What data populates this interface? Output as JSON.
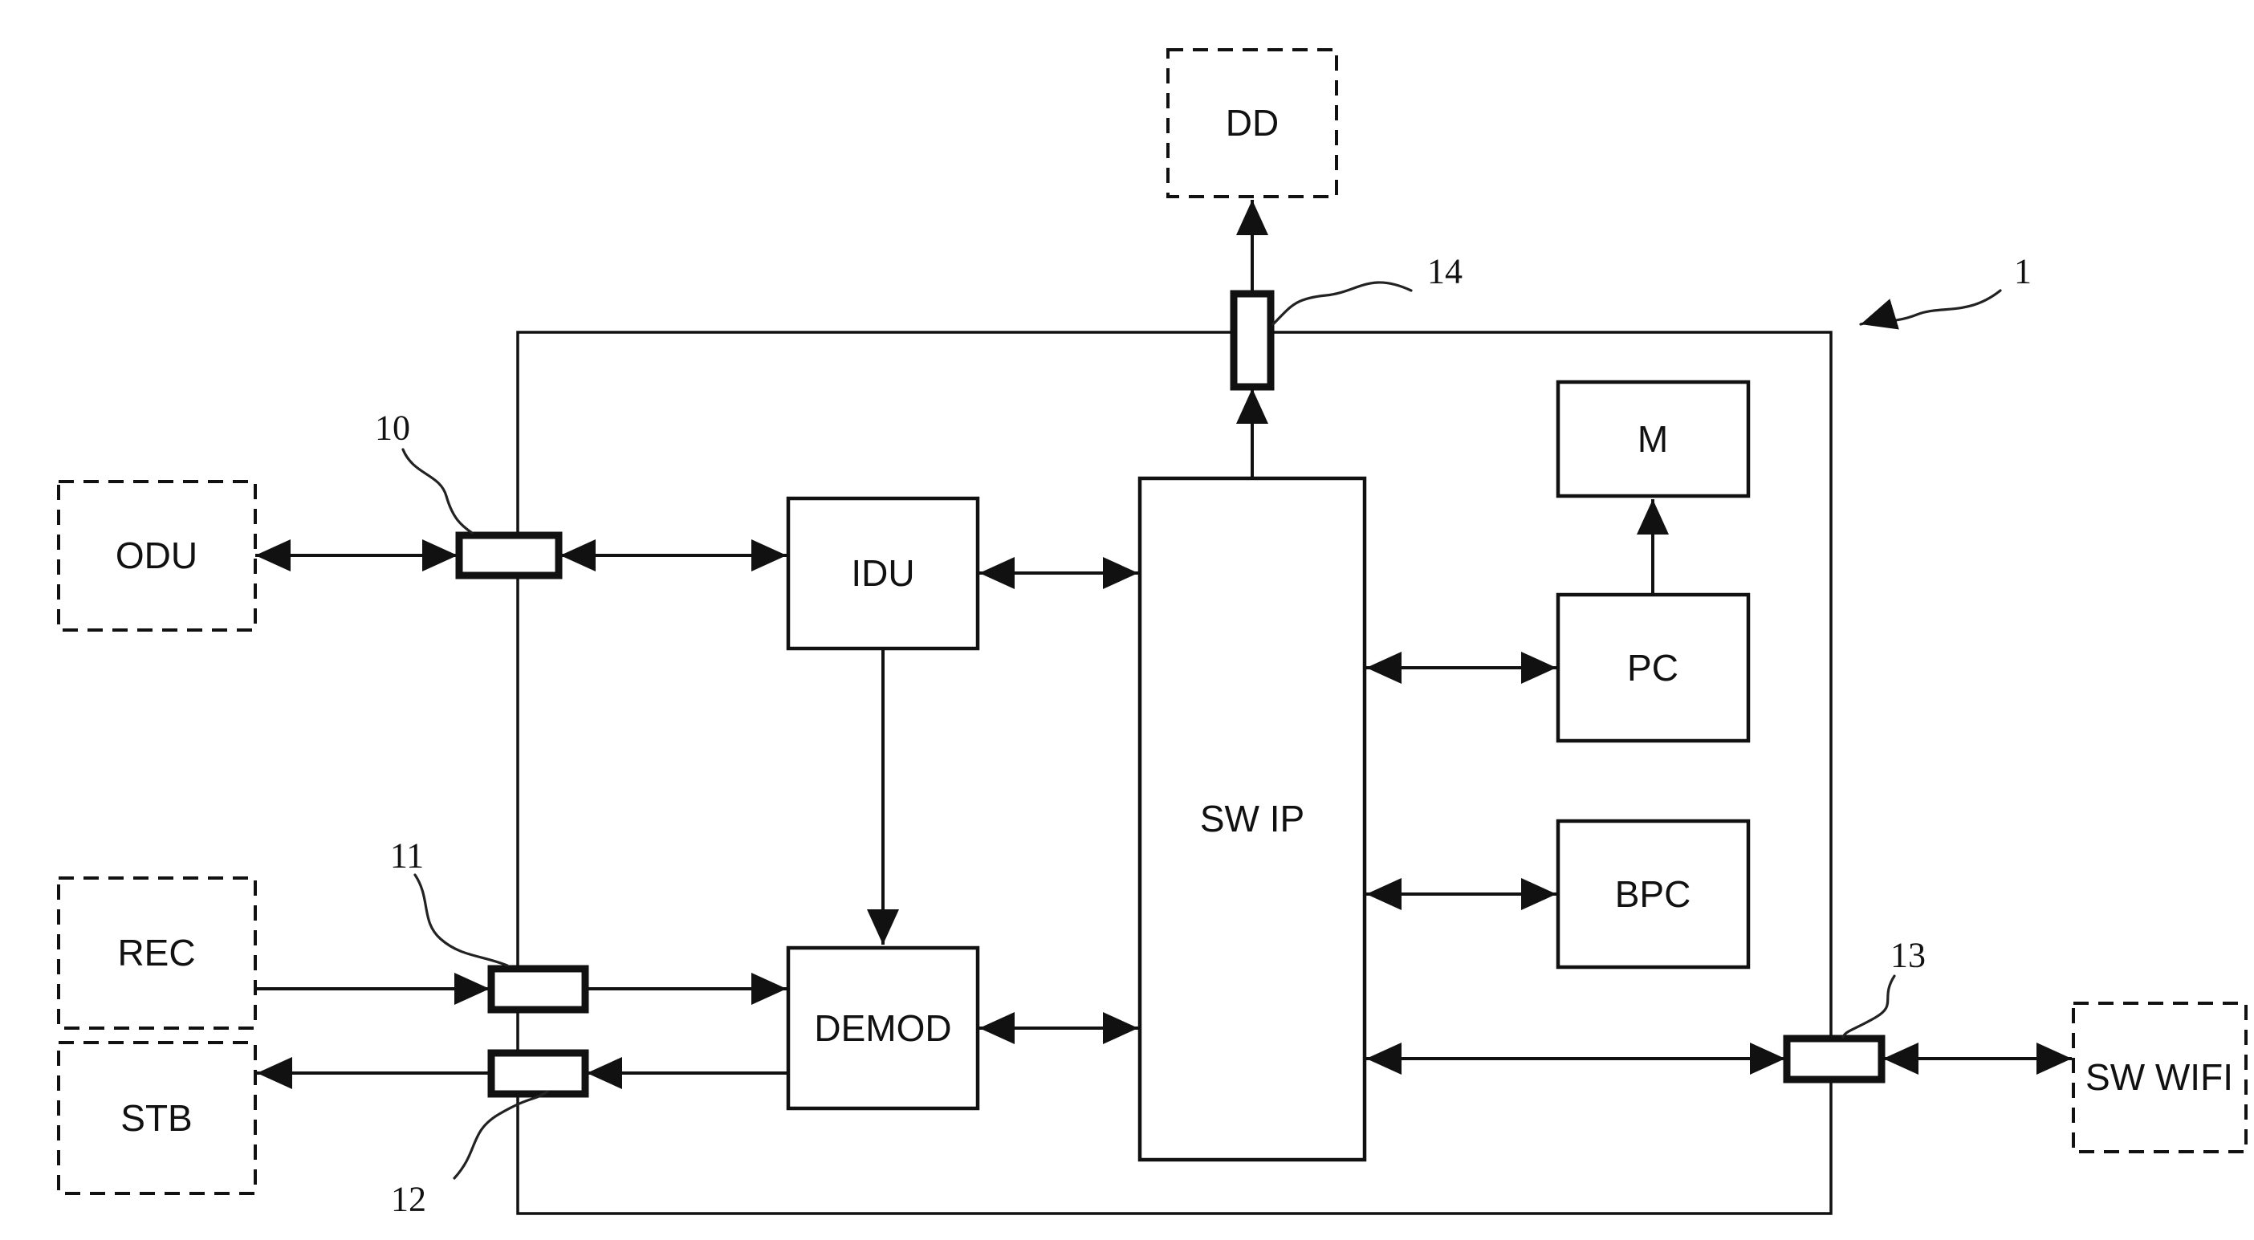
{
  "figure": {
    "kind": "block-diagram",
    "colors": {
      "ink": "#111111",
      "background": "#ffffff"
    },
    "blocks": {
      "dd": "DD",
      "odu": "ODU",
      "rec": "REC",
      "stb": "STB",
      "sw_wifi": "SW WIFI",
      "idu": "IDU",
      "demod": "DEMOD",
      "sw_ip": "SW IP",
      "m": "M",
      "pc": "PC",
      "bpc": "BPC"
    },
    "refs": {
      "r1": "1",
      "r10": "10",
      "r11": "11",
      "r12": "12",
      "r13": "13",
      "r14": "14"
    }
  }
}
